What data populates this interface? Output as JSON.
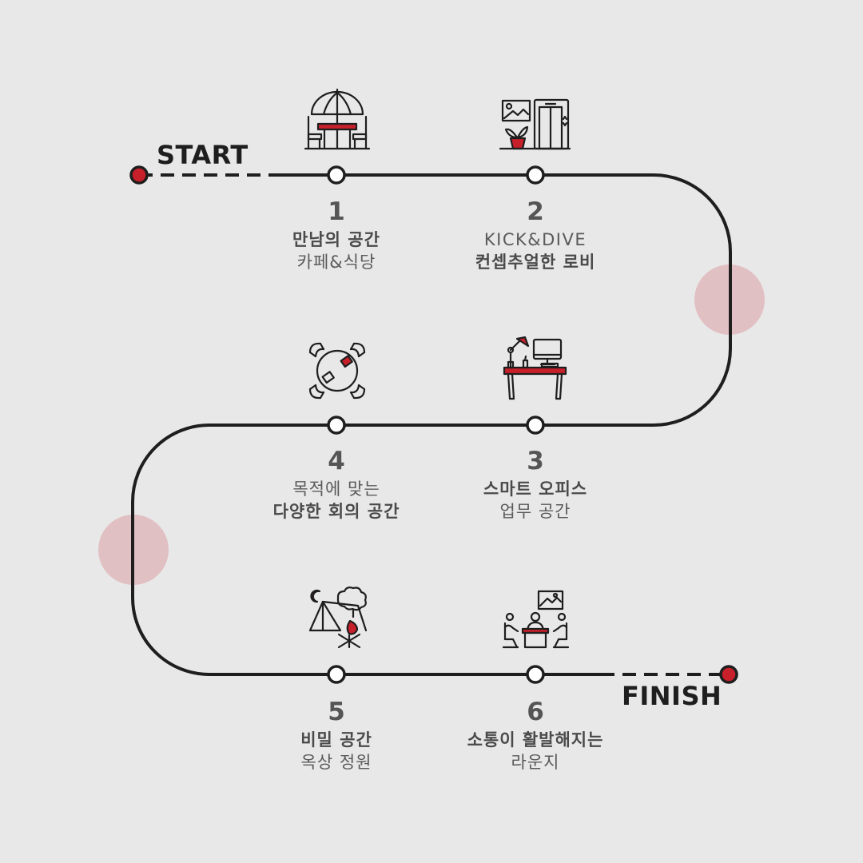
{
  "start_label": "START",
  "finish_label": "FINISH",
  "colors": {
    "accent": "#c8202a",
    "line": "#1e1e1e",
    "text": "#555555",
    "marker": "#dfb9bd",
    "background": "#e9e8e8"
  },
  "steps": [
    {
      "number": "1",
      "line1": "만남의 공간",
      "line1_bold": true,
      "line2": "카페&식당",
      "line2_bold": false,
      "icon": "cafe-umbrella-table-icon"
    },
    {
      "number": "2",
      "line1": "KICK&DIVE",
      "line1_bold": false,
      "line2": "컨셉추얼한 로비",
      "line2_bold": true,
      "icon": "lobby-elevator-icon"
    },
    {
      "number": "3",
      "line1": "스마트 오피스",
      "line1_bold": true,
      "line2": "업무 공간",
      "line2_bold": false,
      "icon": "office-desk-computer-icon"
    },
    {
      "number": "4",
      "line1": "목적에 맞는",
      "line1_bold": false,
      "line2": "다양한 회의 공간",
      "line2_bold": true,
      "icon": "meeting-table-icon"
    },
    {
      "number": "5",
      "line1": "비밀 공간",
      "line1_bold": true,
      "line2": "옥상 정원",
      "line2_bold": false,
      "icon": "rooftop-camping-icon"
    },
    {
      "number": "6",
      "line1": "소통이 활발해지는",
      "line1_bold": true,
      "line2": "라운지",
      "line2_bold": false,
      "icon": "lounge-people-icon"
    }
  ]
}
